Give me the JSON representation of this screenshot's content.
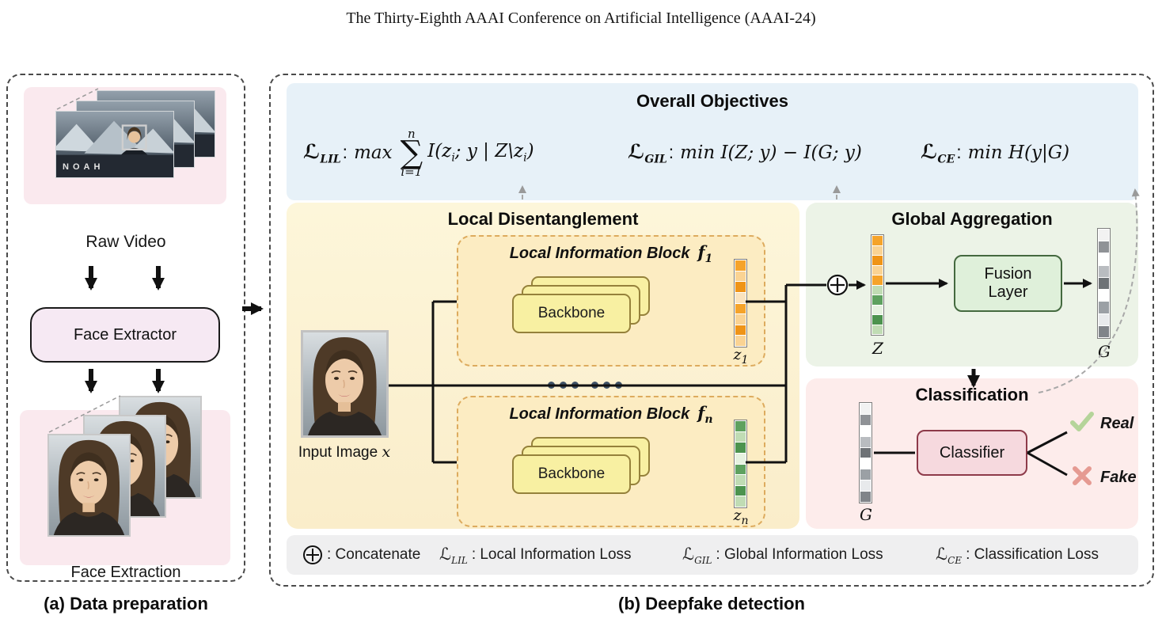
{
  "header": {
    "conference": "The Thirty-Eighth AAAI Conference on Artificial Intelligence (AAAI-24)"
  },
  "panel_a": {
    "caption": "(a) Data preparation",
    "raw_video_label": "Raw Video",
    "video_overlay": "NOAH",
    "face_extractor_label": "Face Extractor",
    "face_extraction_label": "Face Extraction"
  },
  "panel_b": {
    "caption": "(b) Deepfake detection",
    "objectives": {
      "title": "Overall Objectives",
      "lil": {
        "symbol": "ℒ",
        "sub": "LIL",
        "colon": ":",
        "op": "max",
        "sum_upper": "n",
        "sum_symbol": "∑",
        "sum_lower": "i=1",
        "expr_open": "I(z",
        "sub_i": "i",
        "expr_mid": "; y | Z\\z",
        "sub_i2": "i",
        "expr_close": ")"
      },
      "gil": {
        "symbol": "ℒ",
        "sub": "GIL",
        "colon": ":",
        "expr": "min I(Z; y) − I(G; y)"
      },
      "ce": {
        "symbol": "ℒ",
        "sub": "CE",
        "colon": ":",
        "expr": "min H(y|G)"
      }
    },
    "local": {
      "title": "Local Disentanglement",
      "input_label": "Input Image",
      "input_var": "x",
      "block_title": "Local Information Block",
      "f1_base": "f",
      "f1_sub": "1",
      "fn_base": "f",
      "fn_sub": "n",
      "backbone": "Backbone",
      "z1_base": "z",
      "z1_sub": "1",
      "zn_base": "z",
      "zn_sub": "n"
    },
    "global": {
      "title": "Global Aggregation",
      "z_label": "Z",
      "fusion_line1": "Fusion",
      "fusion_line2": "Layer",
      "g_label": "G"
    },
    "classification": {
      "title": "Classification",
      "g_label": "G",
      "classifier": "Classifier",
      "real_label": "Real",
      "fake_label": "Fake"
    },
    "legend": {
      "concat_text": ": Concatenate",
      "lil_symbol": "ℒ",
      "lil_sub": "LIL",
      "lil_text": ":  Local Information Loss",
      "gil_symbol": "ℒ",
      "gil_sub": "GIL",
      "gil_text": ":  Global Information Loss",
      "ce_symbol": "ℒ",
      "ce_sub": "CE",
      "ce_text": ":  Classification Loss"
    }
  },
  "icons": {
    "concatenate": "⊕",
    "check": "✓",
    "cross": "✗"
  },
  "vectors": {
    "z1": [
      "#f5a32a",
      "#fad393",
      "#ef9417",
      "#fbe3bd",
      "#f5a32a",
      "#fad393",
      "#ef9417",
      "#fad393"
    ],
    "zn": [
      "#5ea15f",
      "#c0dcb4",
      "#4c934e",
      "#e6f2e0",
      "#5ea15f",
      "#c0dcb4",
      "#4c934e",
      "#c0dcb4"
    ],
    "z_concat": [
      "#f5a32a",
      "#fad393",
      "#ef9417",
      "#fad393",
      "#f5a32a",
      "#c0dcb4",
      "#5ea15f",
      "#e6f2e0",
      "#4c934e",
      "#c0dcb4"
    ],
    "g": [
      "#f2f2f2",
      "#8f9296",
      "#ffffff",
      "#b9bcc0",
      "#6e7276",
      "#ffffff",
      "#9ba0a5",
      "#e8eaec",
      "#808489"
    ]
  },
  "colors": {
    "objectives_bg": "#e7f1f8",
    "local_bg": "#fcf3d4",
    "block_bg": "#fcecc2",
    "backbone_bg": "#f8f0a2",
    "global_bg": "#ecf3e7",
    "fusion_bg": "#dff0da",
    "classification_bg": "#fdeceb",
    "classifier_bg": "#f6d9de",
    "legend_bg": "#efeff0",
    "pink_bg": "#fae9ee",
    "extractor_bg": "#f6e9f3",
    "orange": "#f5a32a",
    "green": "#5ea15f",
    "real_green": "#b5d49a",
    "fake_red": "#e59a92"
  }
}
